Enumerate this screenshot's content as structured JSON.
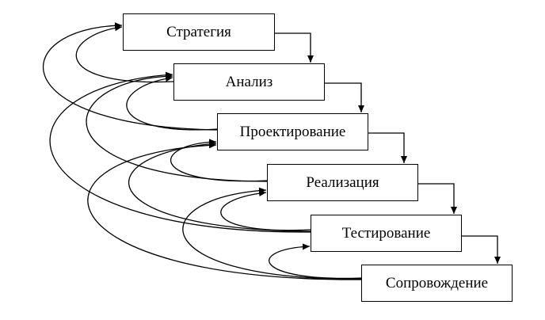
{
  "diagram": {
    "stages": [
      "Стратегия",
      "Анализ",
      "Проектирование",
      "Реализация",
      "Тестирование",
      "Сопровождение"
    ]
  }
}
